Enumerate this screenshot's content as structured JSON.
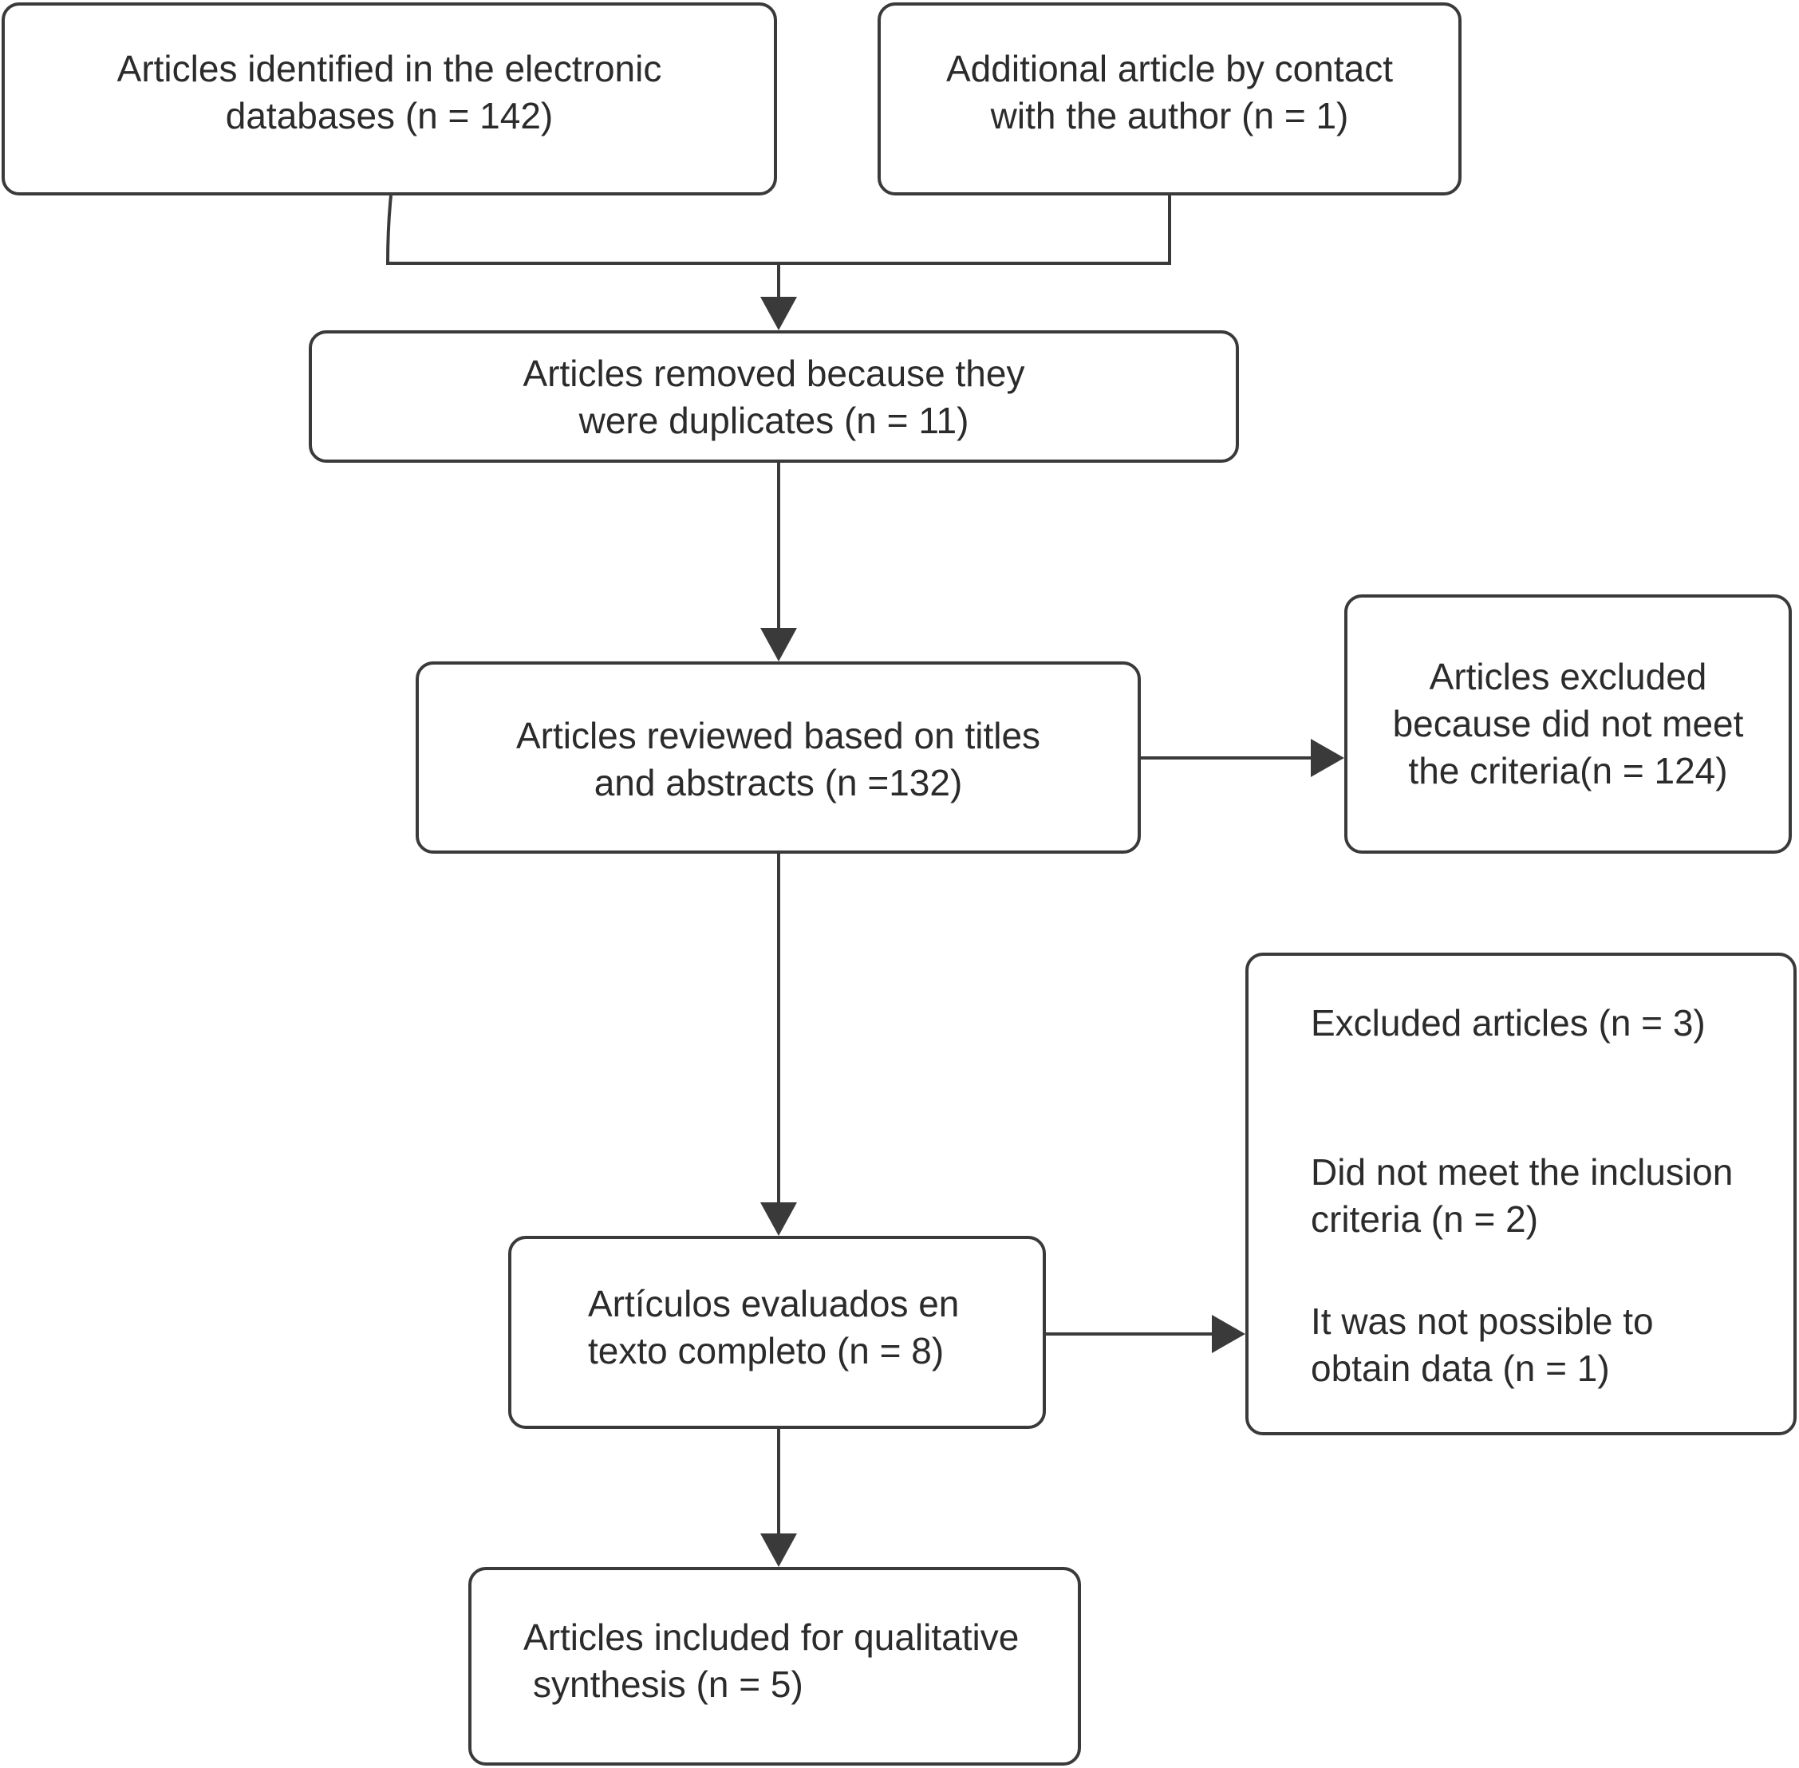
{
  "boxes": {
    "identified": {
      "lines": [
        "Articles identified in the electronic",
        "databases (n = 142)"
      ]
    },
    "additional": {
      "lines": [
        "Additional article by contact",
        "with the author (n = 1)"
      ]
    },
    "duplicates": {
      "lines": [
        "Articles removed because they",
        "were duplicates (n = 11)"
      ]
    },
    "reviewed": {
      "lines": [
        "Articles reviewed based on titles",
        "and abstracts (n =132)"
      ]
    },
    "excluded_criteria": {
      "lines": [
        "Articles excluded",
        "because did not meet",
        "the criteria(n = 124)"
      ]
    },
    "full_text": {
      "lines": [
        "Artículos evaluados en",
        "texto completo (n = 8)"
      ]
    },
    "excluded_articles": {
      "heading": "Excluded articles (n = 3)",
      "reason_1": [
        "Did not meet the inclusion",
        "criteria (n = 2)"
      ],
      "reason_2": [
        "It was not possible to",
        "obtain data (n = 1)"
      ]
    },
    "included": {
      "lines": [
        "Articles included for qualitative",
        "synthesis (n = 5)"
      ]
    }
  },
  "colors": {
    "stroke": "#3a3a3a",
    "text": "#2b2b2b",
    "background": "#ffffff"
  }
}
